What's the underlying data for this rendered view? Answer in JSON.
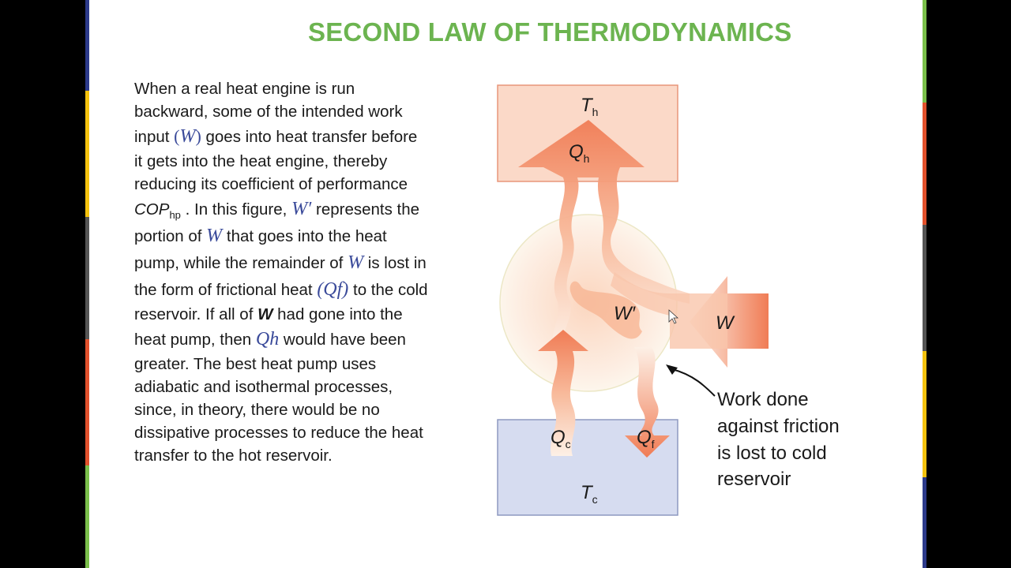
{
  "slide_title": "SECOND LAW OF THERMODYNAMICS",
  "body": {
    "l1": "When a real heat engine is run",
    "l2": "backward, some of the intended work",
    "l3a": "input ",
    "l3_open": "(",
    "l3_sym": "W",
    "l3_close": ")",
    "l3b": " goes into heat transfer before",
    "l4": "it gets into the heat engine, thereby",
    "l5": "reducing its coefficient of performance",
    "l6_cop": "COP",
    "l6_sub": "hp",
    "l6a": " . In this figure, ",
    "l6_sym": "W′",
    "l6b": " represents the",
    "l7a": "portion of ",
    "l7_sym": "W",
    "l7b": " that goes into the heat",
    "l8a": "pump, while the remainder of ",
    "l8_sym": "W",
    "l8b": " is lost in",
    "l9a": "the form of frictional heat ",
    "l9_sym": "(Qf)",
    "l9b": " to the cold",
    "l10a": "reservoir. If all of ",
    "l10_bold": "W",
    "l10b": " had gone into the",
    "l11a": "heat pump, then ",
    "l11_sym": "Qh",
    "l11b": " would have been",
    "l12": "greater. The best heat pump uses",
    "l13": "adiabatic and isothermal processes,",
    "l14": "since, in theory, there would be no",
    "l15": "dissipative processes to reduce the heat",
    "l16": "transfer to the hot reservoir."
  },
  "diagram": {
    "th": "T",
    "th_sub": "h",
    "tc": "T",
    "tc_sub": "c",
    "qh": "Q",
    "qh_sub": "h",
    "qc": "Q",
    "qc_sub": "c",
    "qf": "Q",
    "qf_sub": "f",
    "w_prime": "W′",
    "w": "W",
    "annotation": [
      "Work done",
      "against friction",
      "is lost to cold",
      "reservoir"
    ],
    "colors": {
      "hot_box": "#fbd9c8",
      "hot_border": "#e8967a",
      "cold_box": "#d6dcf0",
      "cold_border": "#8d99c0",
      "arrow": "#f07c55",
      "arrow_light": "#fdf0e6",
      "title_green": "#6cb450"
    }
  }
}
